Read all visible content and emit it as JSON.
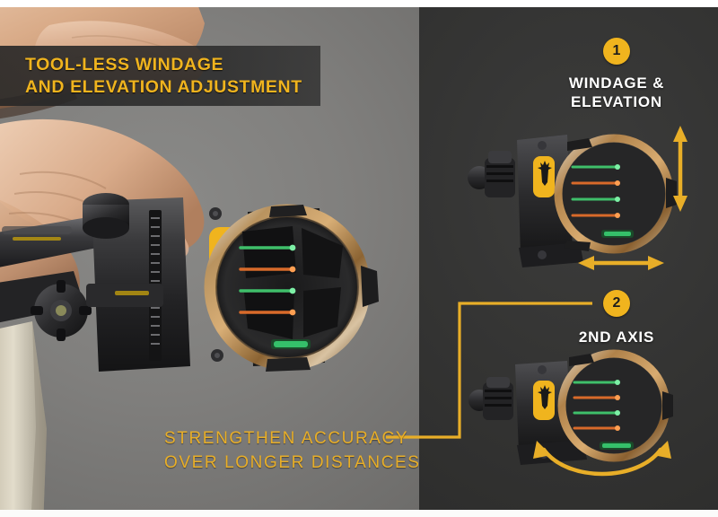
{
  "headline": {
    "line1": "TOOL-LESS WINDAGE",
    "line2": "AND ELEVATION ADJUSTMENT"
  },
  "caption": {
    "line1": "STRENGTHEN ACCURACY",
    "line2": "OVER LONGER DISTANCES"
  },
  "steps": [
    {
      "number": "1",
      "title_line1": "WINDAGE &",
      "title_line2": "ELEVATION"
    },
    {
      "number": "2",
      "title_line1": "2ND AXIS",
      "title_line2": ""
    }
  ],
  "colors": {
    "accent_gold": "#F0B41E",
    "caption_gold": "#E8AE28",
    "left_panel_bg": "#7d7d7b",
    "right_panel_bg": "#353534",
    "badge_text": "#1d1d1c",
    "step_title": "#ffffff",
    "headline_text": "#F0B41E",
    "banner_bg": "#262626",
    "logo_badge": "#F0B41E"
  },
  "graphics": {
    "hand": "hand-holding-sight-photo",
    "main_sight": "bow-sight-closeup-photo",
    "bow_limb": "bow-limb",
    "sight_1": "bow-sight-side-view",
    "sight_2": "bow-sight-side-view",
    "arrow_vertical": "vertical-double-arrow",
    "arrow_horizontal": "horizontal-double-arrow",
    "arrow_curved": "curved-double-arrow",
    "connector": "caption-to-badge-connector-line"
  }
}
